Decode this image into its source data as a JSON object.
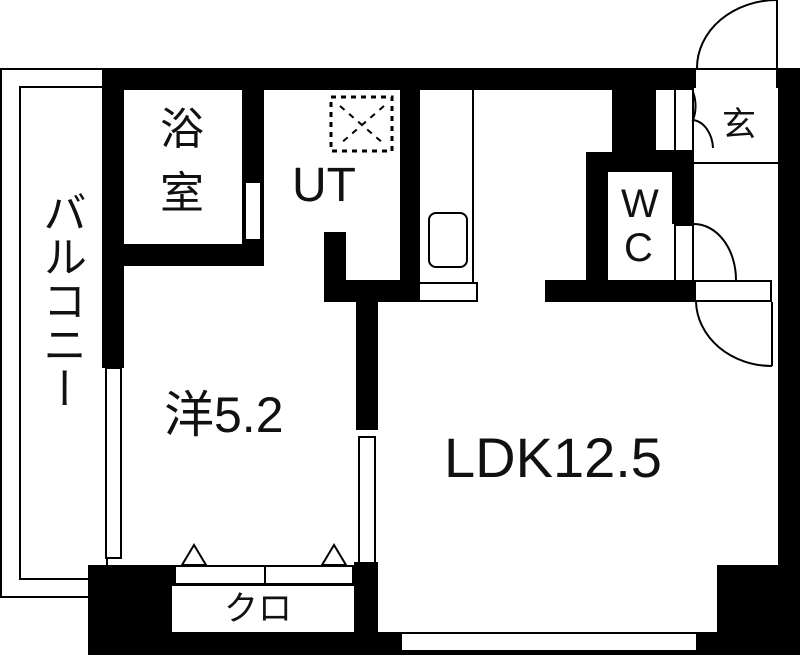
{
  "floor_plan": {
    "rooms": [
      {
        "id": "balcony",
        "label": "バルコニー"
      },
      {
        "id": "bath",
        "label_line1": "浴",
        "label_line2": "室"
      },
      {
        "id": "utility",
        "label": "UT"
      },
      {
        "id": "western_room",
        "label": "洋5.2"
      },
      {
        "id": "closet",
        "label": "クロ"
      },
      {
        "id": "ldk",
        "label": "LDK12.5"
      },
      {
        "id": "toilet",
        "label_line1": "W",
        "label_line2": "C"
      },
      {
        "id": "entrance",
        "label": "玄"
      }
    ],
    "colors": {
      "wall": "#000000",
      "background": "#ffffff"
    }
  }
}
